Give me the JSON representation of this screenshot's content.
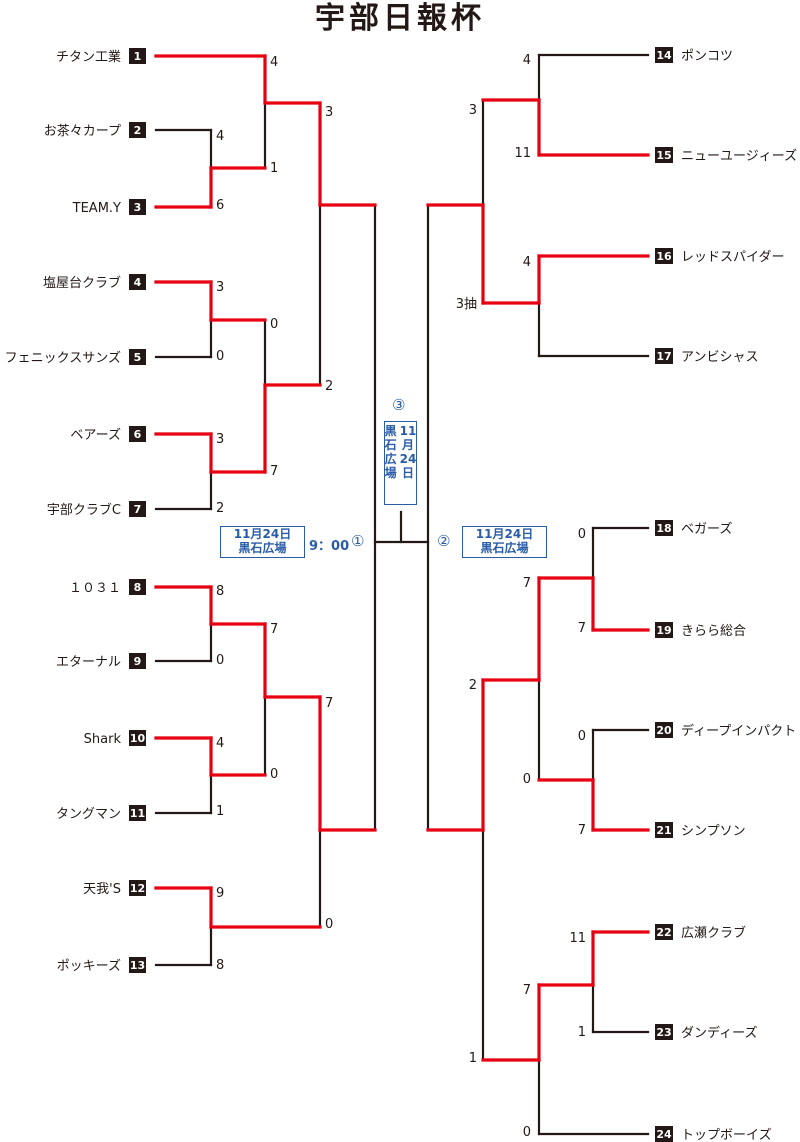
{
  "title": "宇部日報杯",
  "colors": {
    "winner": "#e60012",
    "line": "#231815",
    "info": "#2a5ca8"
  },
  "teams_left": [
    {
      "seed": "1",
      "name": "チタン工業"
    },
    {
      "seed": "2",
      "name": "お茶々カープ"
    },
    {
      "seed": "3",
      "name": "TEAM.Y"
    },
    {
      "seed": "4",
      "name": "塩屋台クラブ"
    },
    {
      "seed": "5",
      "name": "フェニックスサンズ"
    },
    {
      "seed": "6",
      "name": "ベアーズ"
    },
    {
      "seed": "7",
      "name": "宇部クラブC"
    },
    {
      "seed": "8",
      "name": "１０３１"
    },
    {
      "seed": "9",
      "name": "エターナル"
    },
    {
      "seed": "10",
      "name": "Shark"
    },
    {
      "seed": "11",
      "name": "タングマン"
    },
    {
      "seed": "12",
      "name": "天我'S"
    },
    {
      "seed": "13",
      "name": "ポッキーズ"
    }
  ],
  "teams_right": [
    {
      "seed": "14",
      "name": "ポンコツ"
    },
    {
      "seed": "15",
      "name": "ニューユージィーズ"
    },
    {
      "seed": "16",
      "name": "レッドスパイダー"
    },
    {
      "seed": "17",
      "name": "アンビシャス"
    },
    {
      "seed": "18",
      "name": "ベガーズ"
    },
    {
      "seed": "19",
      "name": "きらら総合"
    },
    {
      "seed": "20",
      "name": "ディープインパクト"
    },
    {
      "seed": "21",
      "name": "シンプソン"
    },
    {
      "seed": "22",
      "name": "広瀬クラブ"
    },
    {
      "seed": "23",
      "name": "ダンディーズ"
    },
    {
      "seed": "24",
      "name": "トップボーイズ"
    }
  ],
  "scores": [
    "4",
    "6",
    "4",
    "1",
    "3",
    "0",
    "3",
    "2",
    "0",
    "7",
    "3",
    "2",
    "8",
    "0",
    "4",
    "1",
    "7",
    "0",
    "9",
    "8",
    "7",
    "0",
    "4",
    "11",
    "4",
    "3抽",
    "3",
    "0",
    "7",
    "0",
    "7",
    "7",
    "0",
    "11",
    "1",
    "7",
    "0",
    "2",
    "1"
  ],
  "center": {
    "final_label": "③",
    "final_info": [
      "11",
      "月",
      "24",
      "日",
      "黒",
      "石",
      "広",
      "場"
    ],
    "semi1_info": [
      "11月24日",
      "黒石広場"
    ],
    "semi1_time": "9：00",
    "semi1_label": "①",
    "semi2_label": "②",
    "semi2_info": [
      "11月24日",
      "黒石広場"
    ]
  }
}
